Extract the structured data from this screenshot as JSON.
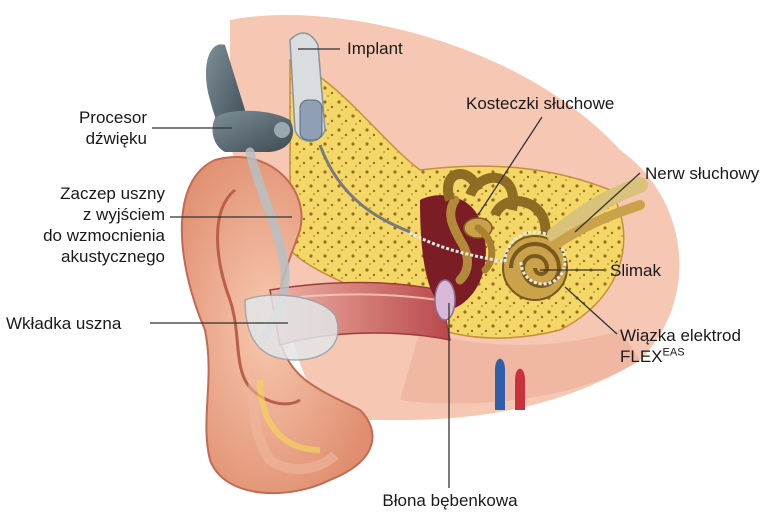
{
  "labels": {
    "implant": "Implant",
    "procesor_line1": "Procesor",
    "procesor_line2": "dźwięku",
    "zaczep_line1": "Zaczep uszny",
    "zaczep_line2": "z wyjściem",
    "zaczep_line3": "do wzmocnienia",
    "zaczep_line4": "akustycznego",
    "wkladka": "Wkładka uszna",
    "kosteczki": "Kosteczki słuchowe",
    "nerw": "Nerw słuchowy",
    "slimak": "Ślimak",
    "wiazka_line1": "Wiązka elektrod",
    "wiazka_line2_base": "FLEX",
    "wiazka_line2_sup": "EAS",
    "blona": "Błona bębenkowa"
  },
  "colors": {
    "skin": "#f2b49a",
    "skin_dark": "#d9836a",
    "bone": "#f2d35c",
    "canal": "#c96a6a",
    "device": "#5d6f78",
    "nerve": "#c9a24a",
    "vein": "#2e5fa8",
    "artery": "#c8323a"
  }
}
